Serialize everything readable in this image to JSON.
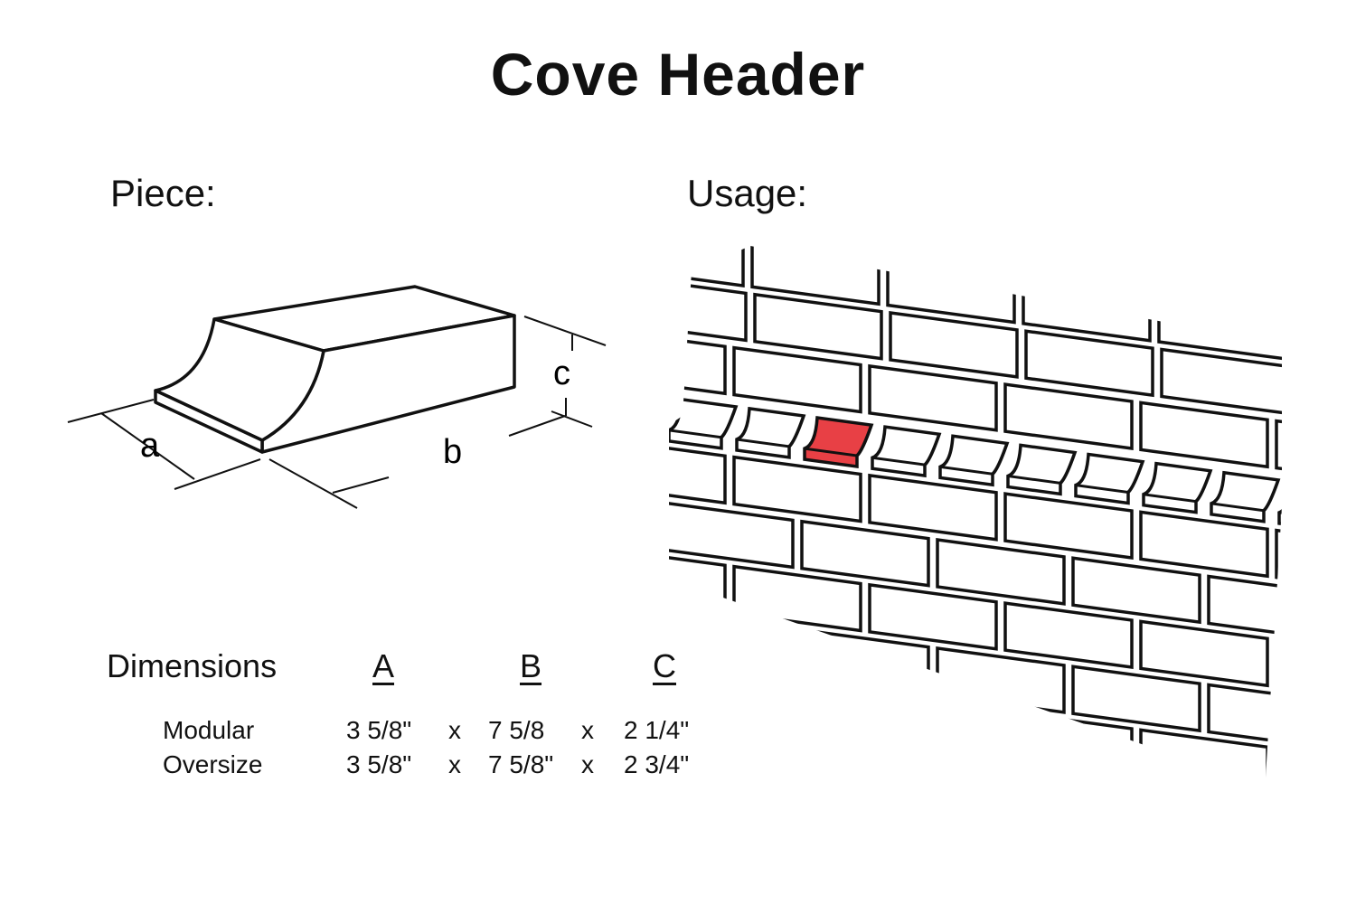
{
  "title": "Cove Header",
  "piece_label": "Piece:",
  "usage_label": "Usage:",
  "piece_dims": {
    "a": "a",
    "b": "b",
    "c": "c"
  },
  "table": {
    "heading": "Dimensions",
    "columns": [
      "A",
      "B",
      "C"
    ],
    "separator": "x",
    "rows": [
      {
        "name": "Modular",
        "a": "3 5/8\"",
        "b": "7 5/8",
        "c": "2 1/4\""
      },
      {
        "name": "Oversize",
        "a": "3 5/8\"",
        "b": "7 5/8\"",
        "c": "2 3/4\""
      }
    ]
  },
  "colors": {
    "highlight": "#e84045",
    "line": "#111111"
  }
}
